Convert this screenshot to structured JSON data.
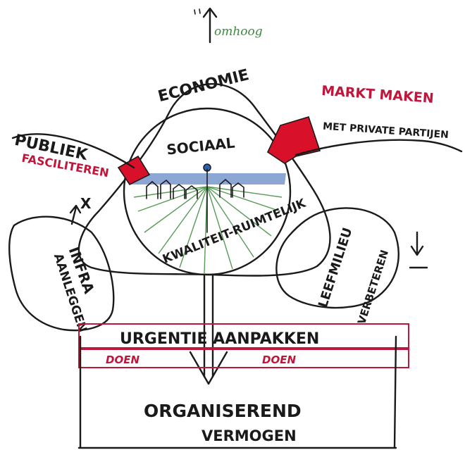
{
  "labels": {
    "top_arrow": "omhoog",
    "economie": "ECONOMIE",
    "markt_maken": "MARKT MAKEN",
    "met_private": "MET PRIVATE PARTIJEN",
    "publiek": "PUBLIEK",
    "fasciliteren": "FASCILITEREN",
    "sociaal": "SOCIAAL",
    "kwaliteit": "KWALITEIT-RUIMTELIJK",
    "x_mark": "X",
    "infra_line1": "INFRA",
    "infra_line2": "AANLEGGEN",
    "leef_line1": "LEEFMILIEU",
    "leef_line2": "VERBETEREN",
    "urgentie": "URGENTIE   AANPAKKEN",
    "doen_left": "DOEN",
    "doen_right": "DOEN",
    "organiserend": "ORGANISEREND",
    "vermogen": "VERMOGEN"
  },
  "colors": {
    "ink": "#1a1a1a",
    "red": "#c0163c",
    "marker_red": "#d8102a",
    "green": "#3a8a3a",
    "blue": "#2f5fb0"
  }
}
